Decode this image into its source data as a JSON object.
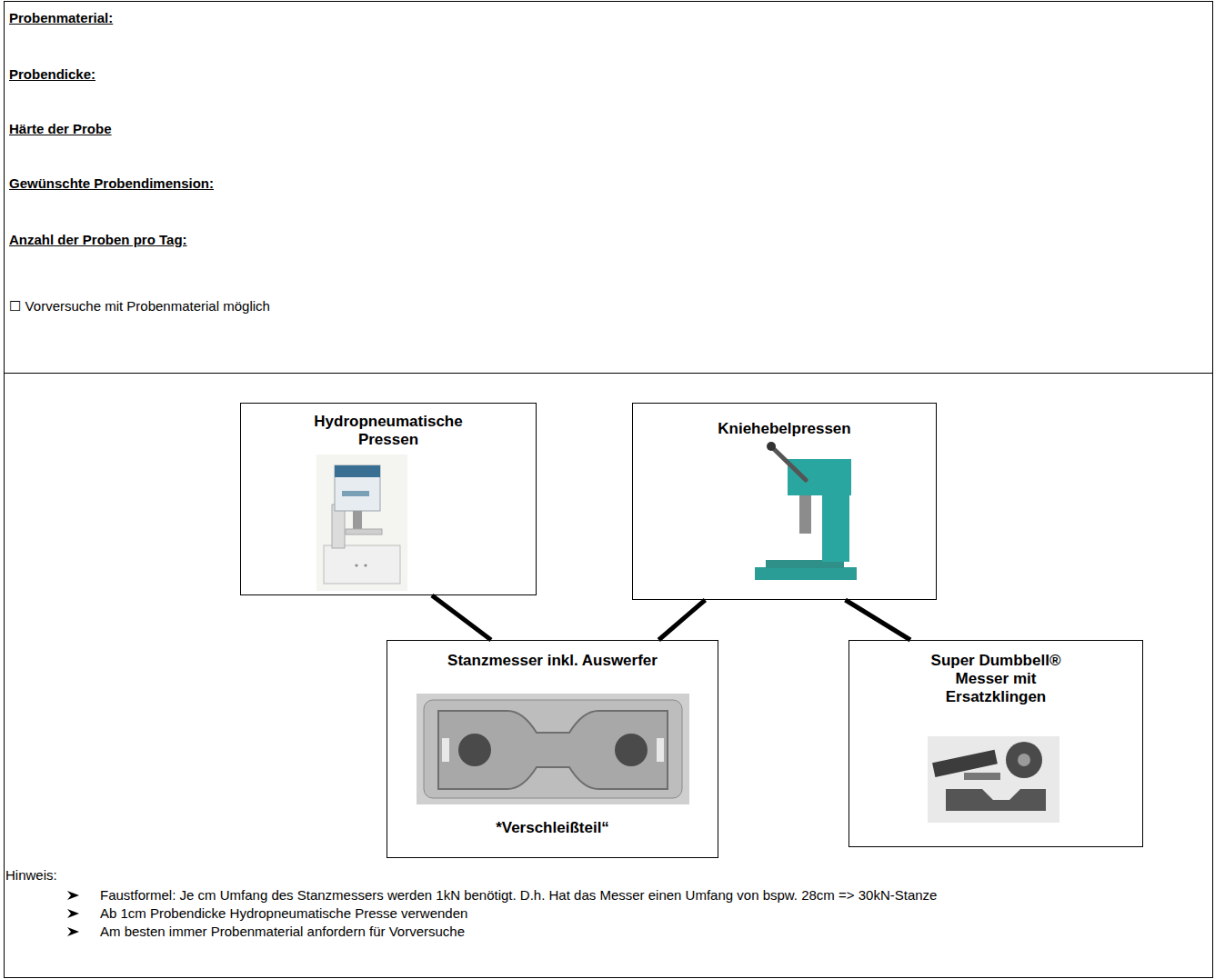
{
  "diagram": {
    "nodes": [
      {
        "text": [
          "Hydropneumatische Pressen"
        ]
      },
      {
        "text": [
          "Kniehebelpressen"
        ]
      },
      {
        "text": [
          "Stanzmesser inkl. Auswerfer",
          "*Verschleißteil“"
        ]
      },
      {
        "text": [
          "Super Dumbbell® Messer mit Ersatzklingen"
        ]
      }
    ],
    "edges": [
      {
        "from": 0,
        "to": 2,
        "arrow": "none"
      },
      {
        "from": 1,
        "to": 2,
        "arrow": "none"
      },
      {
        "from": 1,
        "to": 3,
        "arrow": "none"
      }
    ],
    "labels": [
      "Probenmaterial:",
      "Probendicke:",
      "Härte der Probe",
      "Gewünschte Probendimension:",
      "Anzahl der Proben pro Tag:",
      "☐ Vorversuche mit Probenmaterial möglich",
      "Hinweis:",
      "Faustformel: Je cm Umfang des Stanzmessers werden 1kN benötigt. D.h. Hat das Messer einen Umfang von bspw. 28cm => 30kN-Stanze",
      "Ab 1cm Probendicke Hydropneumatische Presse verwenden",
      "Am besten immer Probenmaterial anfordern für Vorversuche"
    ]
  }
}
